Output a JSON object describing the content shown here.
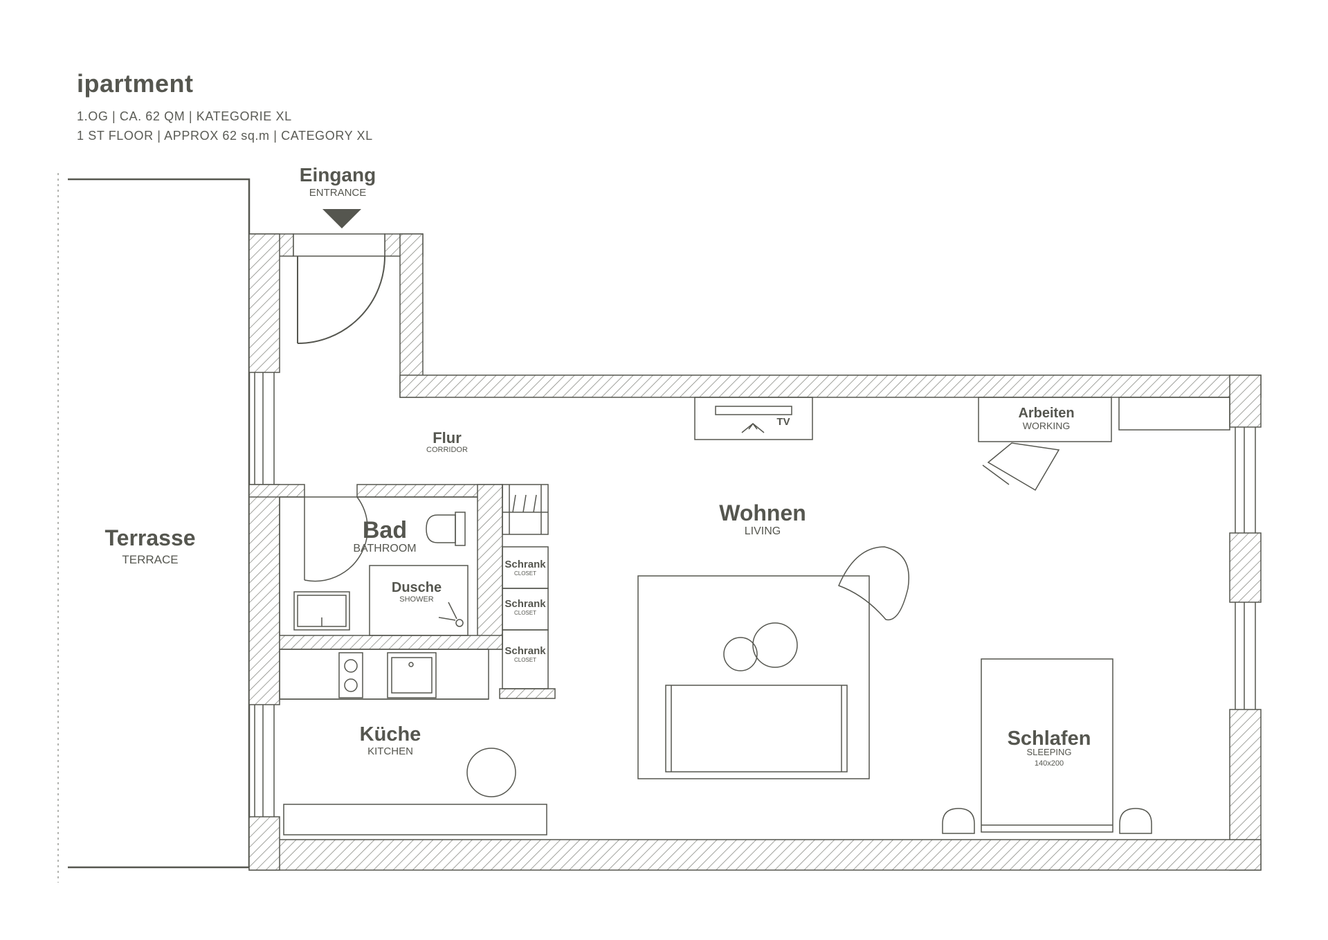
{
  "header": {
    "title": "ipartment",
    "line_de": "1.OG | CA. 62 QM | KATEGORIE XL",
    "line_en": "1 ST FLOOR | APPROX 62 sq.m | CATEGORY XL"
  },
  "rooms": {
    "entrance": {
      "name": "Eingang",
      "en": "ENTRANCE"
    },
    "terrace": {
      "name": "Terrasse",
      "en": "TERRACE"
    },
    "corridor": {
      "name": "Flur",
      "en": "CORRIDOR"
    },
    "bathroom": {
      "name": "Bad",
      "en": "BATHROOM"
    },
    "shower": {
      "name": "Dusche",
      "en": "SHOWER"
    },
    "closet1": {
      "name": "Schrank",
      "en": "CLOSET"
    },
    "closet2": {
      "name": "Schrank",
      "en": "CLOSET"
    },
    "closet3": {
      "name": "Schrank",
      "en": "CLOSET"
    },
    "kitchen": {
      "name": "Küche",
      "en": "KITCHEN"
    },
    "living": {
      "name": "Wohnen",
      "en": "LIVING"
    },
    "working": {
      "name": "Arbeiten",
      "en": "WORKING"
    },
    "sleeping": {
      "name": "Schlafen",
      "en": "SLEEPING",
      "size": "140x200"
    },
    "tv": {
      "name": "TV"
    }
  },
  "colors": {
    "line": "#55564f",
    "hatch": "#8a8b85",
    "background": "#ffffff"
  }
}
